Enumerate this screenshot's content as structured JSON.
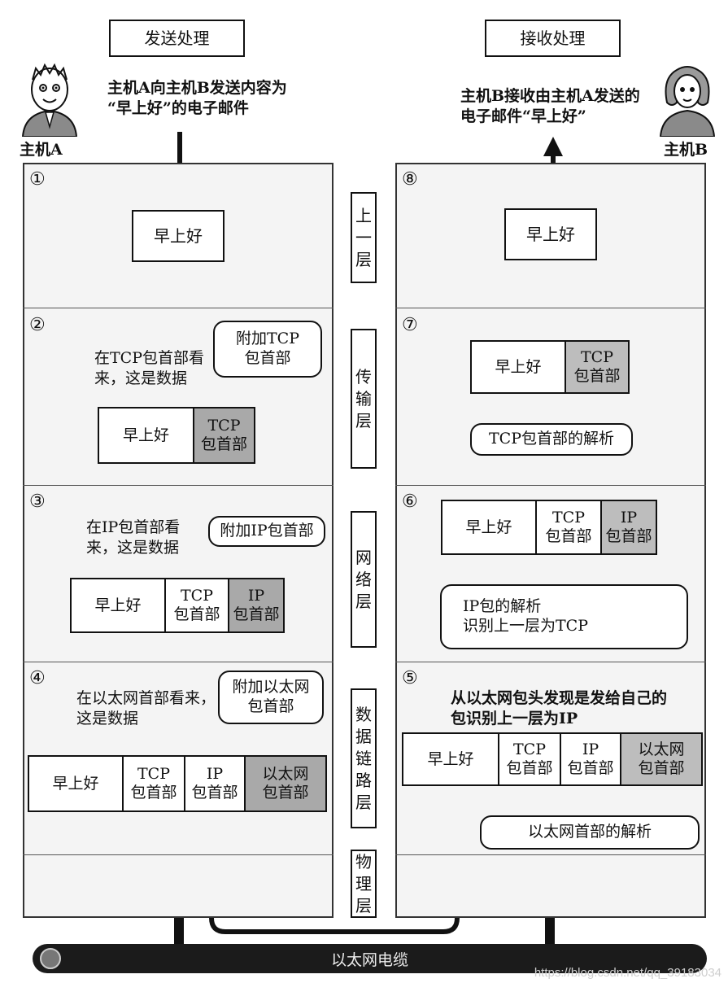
{
  "send_header": "发送处理",
  "recv_header": "接收处理",
  "host_a_label": "主机A",
  "host_b_label": "主机B",
  "send_desc": "主机A向主机B发送内容为\n“早上好”的电子邮件",
  "recv_desc": "主机B接收由主机A发送的\n电子邮件“早上好”",
  "layers": [
    "上\n一\n层",
    "传\n输\n层",
    "网\n络\n层",
    "数\n据\n链\n路\n层",
    "物\n理\n层"
  ],
  "step_numbers": [
    "①",
    "②",
    "③",
    "④",
    "⑤",
    "⑥",
    "⑦",
    "⑧"
  ],
  "data_text": "早上好",
  "tcp_header": "TCP\n包首部",
  "ip_header": "IP\n包首部",
  "eth_header": "以太网\n包首部",
  "send_notes": {
    "add_tcp": "附加TCP\n包首部",
    "tcp_view": "在TCP包首部看\n来，这是数据",
    "add_ip": "附加IP包首部",
    "ip_view": "在IP包首部看\n来，这是数据",
    "add_eth": "附加以太网\n包首部",
    "eth_view": "在以太网首部看来，\n这是数据"
  },
  "recv_notes": {
    "eth_found": "从以太网包头发现是发给自己的\n包识别上一层为IP",
    "eth_parse": "以太网首部的解析",
    "ip_parse": "IP包的解析\n识别上一层为TCP",
    "tcp_parse": "TCP包首部的解析"
  },
  "cable_label": "以太网电缆",
  "watermark": "https://blog.csdn.net/qq_39183034",
  "colors": {
    "header_dark": "#a9a9a9",
    "panel_bg": "#f4f4f4",
    "cable": "#1b1b1b"
  }
}
